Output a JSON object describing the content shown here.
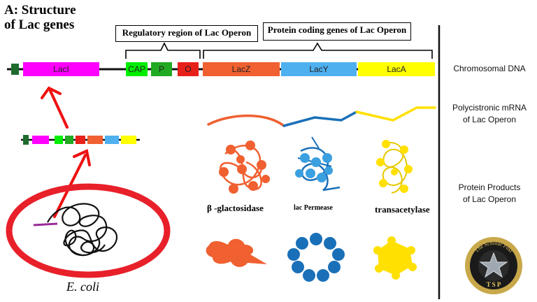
{
  "title": {
    "line1": "A: Structure",
    "line2": "of Lac genes"
  },
  "brackets": {
    "regulatory": "Regulatory region of Lac Operon",
    "coding": "Protein coding genes of Lac Operon"
  },
  "genes": [
    {
      "label": "LacI",
      "color": "#ff00ff"
    },
    {
      "label": "CAP",
      "color": "#00ee00"
    },
    {
      "label": "P",
      "color": "#22aa22"
    },
    {
      "label": "O",
      "color": "#e8201a"
    },
    {
      "label": "LacZ",
      "color": "#f06030"
    },
    {
      "label": "LacY",
      "color": "#4fb0f0"
    },
    {
      "label": "LacA",
      "color": "#ffff00"
    }
  ],
  "side_labels": {
    "dna": "Chromosomal DNA",
    "mrna_line1": "Polycistronic mRNA",
    "mrna_line2": "of Lac Operon",
    "protein_line1": "Protein Products",
    "protein_line2": "of Lac Operon"
  },
  "proteins": {
    "galactosidase": "β -glactosidase",
    "permease": "lac Permease",
    "transacetylase": "transacetylase"
  },
  "organism": "E. coli",
  "logo": {
    "text": "The Scholar Post",
    "letters": "T S P"
  },
  "colors": {
    "lacz_orange": "#f06030",
    "lacy_blue": "#1a70b8",
    "laca_yellow": "#ffe000",
    "dark_green": "#1e6b2e",
    "arrow_red": "#ee1111",
    "ellipse_red": "#e8202a"
  }
}
